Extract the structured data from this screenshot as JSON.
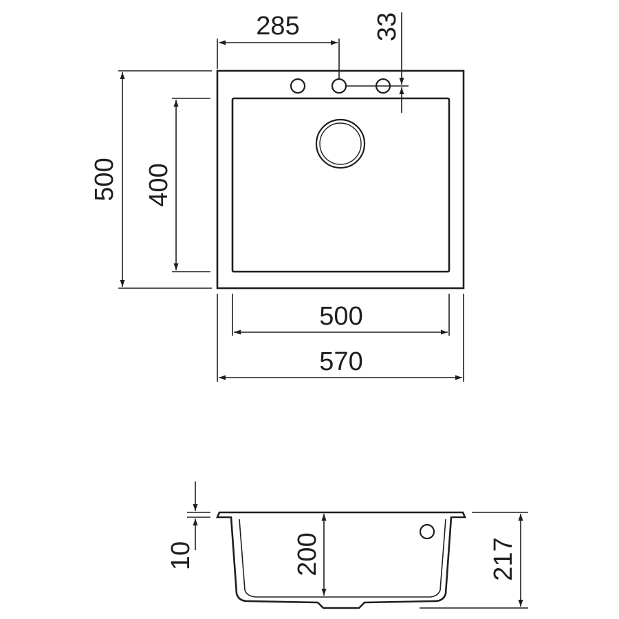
{
  "top_view": {
    "overall_width": "570",
    "overall_depth": "500",
    "bowl_width": "500",
    "bowl_depth": "400",
    "tap_hole_offset": "285",
    "tap_hole_edge": "33"
  },
  "side_view": {
    "rim_thickness": "10",
    "bowl_height": "200",
    "overall_height": "217"
  }
}
